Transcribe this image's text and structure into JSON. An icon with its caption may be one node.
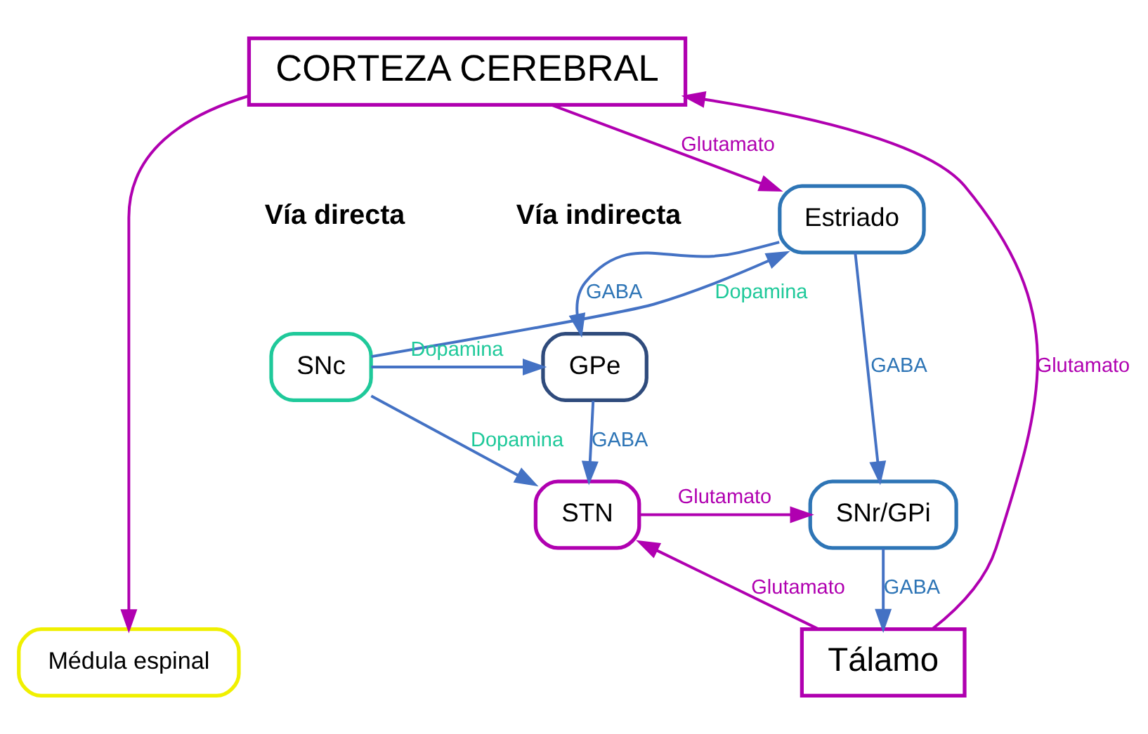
{
  "diagram": {
    "nodes": [
      {
        "text": [
          "CORTEZA CEREBRAL"
        ]
      },
      {
        "text": [
          "Estriado"
        ]
      },
      {
        "text": [
          "SNc"
        ]
      },
      {
        "text": [
          "GPe"
        ]
      },
      {
        "text": [
          "SNr/GPi"
        ]
      },
      {
        "text": [
          "STN"
        ]
      },
      {
        "text": [
          "Tálamo"
        ]
      },
      {
        "text": [
          "Médula espinal"
        ]
      }
    ],
    "edges": [
      {
        "from": 0,
        "to": 1,
        "arrow": "to",
        "label": "Glutamato",
        "color": "#b000b0"
      },
      {
        "from": 1,
        "to": 4,
        "arrow": "to",
        "label": "GABA"
      },
      {
        "from": 1,
        "to": 3,
        "arrow": "to",
        "label": "GABA"
      },
      {
        "from": 2,
        "to": 1,
        "arrow": "to",
        "label": "Dopamina"
      },
      {
        "from": 2,
        "to": 3,
        "arrow": "to",
        "label": "Dopamina"
      },
      {
        "from": 2,
        "to": 5,
        "arrow": "to",
        "label": "Dopamina"
      },
      {
        "from": 3,
        "to": 5,
        "arrow": "to",
        "label": "GABA"
      },
      {
        "from": 5,
        "to": 4,
        "arrow": "to",
        "label": "Glutamato",
        "color": "#b000b0"
      },
      {
        "from": 4,
        "to": 6,
        "arrow": "to",
        "label": "GABA"
      },
      {
        "from": 6,
        "to": 5,
        "arrow": "to",
        "label": "Glutamato",
        "color": "#b000b0"
      },
      {
        "from": 6,
        "to": 0,
        "arrow": "to",
        "label": "Glutamato",
        "color": "#b000b0"
      },
      {
        "from": 0,
        "to": 7,
        "arrow": "to",
        "color": "#b000b0"
      }
    ],
    "labels": [
      "Vía directa",
      "Vía indirecta"
    ]
  }
}
